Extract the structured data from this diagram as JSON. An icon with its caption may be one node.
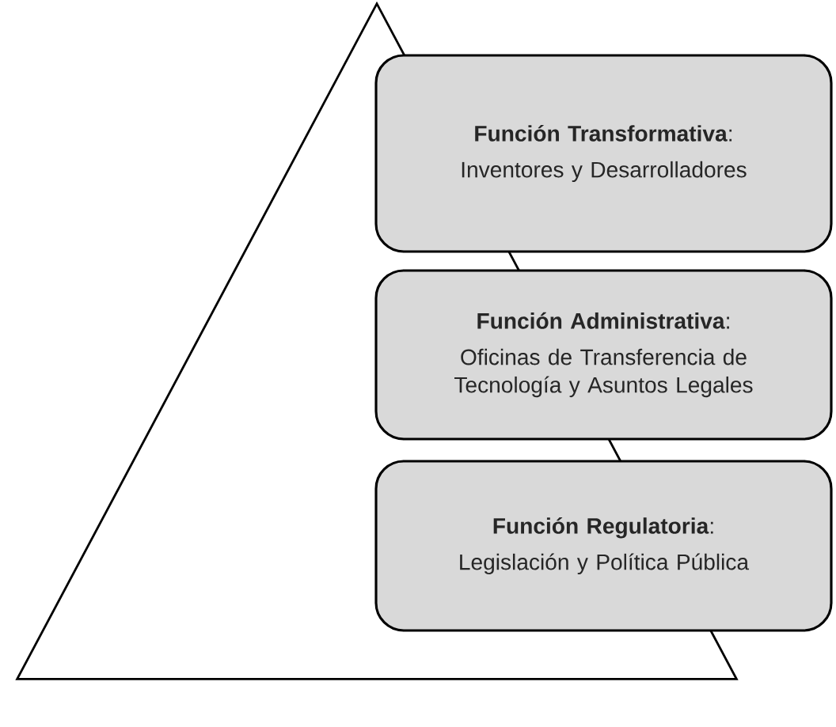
{
  "diagram": {
    "nodes": [
      {
        "text": [],
        "shape": "triangle"
      },
      {
        "text": [
          "**Función Transformativa**:",
          "Inventores y Desarrolladores"
        ]
      },
      {
        "text": [
          "**Función Administrativa**:",
          "Oficinas de Transferencia de Tecnología y Asuntos Legales"
        ]
      },
      {
        "text": [
          "**Función Regulatoria**:",
          "Legislación y Política Pública"
        ]
      }
    ]
  }
}
